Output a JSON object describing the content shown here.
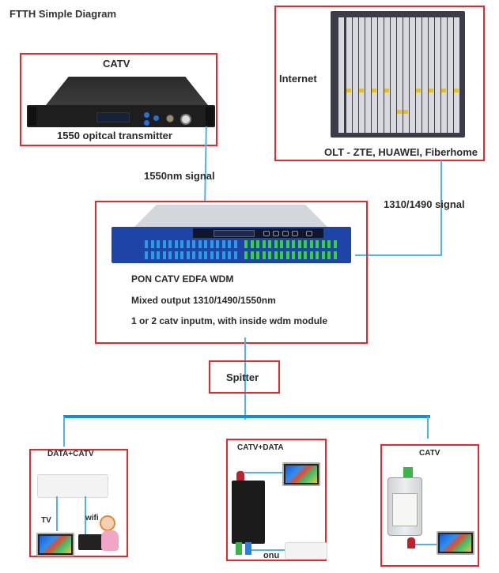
{
  "diagram": {
    "title": "FTTH Simple Diagram",
    "nodes": {
      "catv_source": {
        "heading": "CATV",
        "caption": "1550 opitcal transmitter",
        "device_icon": "optical-transmitter-icon"
      },
      "olt": {
        "side_label": "Internet",
        "caption": "OLT - ZTE, HUAWEI, Fiberhome",
        "device_icon": "olt-chassis-icon"
      },
      "edfa": {
        "lines": [
          "PON CATV EDFA WDM",
          "Mixed output 1310/1490/1550nm",
          "1 or 2 catv inputm, with inside wdm module"
        ],
        "device_icon": "edfa-wdm-icon"
      },
      "splitter": {
        "label": "Spitter"
      },
      "endpoints": [
        {
          "heading": "DATA+CATV",
          "labels": {
            "tv": "TV",
            "wifi": "wifi"
          },
          "devices": [
            "onu-router-icon",
            "tv-icon",
            "laptop-icon",
            "child-user-icon"
          ]
        },
        {
          "heading": "CATV+DATA",
          "labels": {
            "onu": "onu"
          },
          "devices": [
            "optical-receiver-icon",
            "tv-icon",
            "onu-router-icon"
          ]
        },
        {
          "heading": "CATV",
          "devices": [
            "optical-node-receiver-icon",
            "tv-icon"
          ]
        }
      ]
    },
    "links": [
      {
        "from": "catv_source",
        "to": "edfa",
        "label": "1550nm signal"
      },
      {
        "from": "olt",
        "to": "edfa",
        "label": "1310/1490 signal"
      },
      {
        "from": "edfa",
        "to": "splitter",
        "label": ""
      },
      {
        "from": "splitter",
        "to": "endpoints",
        "label": ""
      }
    ],
    "colors": {
      "box_border": "#e8262b",
      "link_line": "#4db3ea",
      "bus_line": "#0d8de0"
    }
  }
}
